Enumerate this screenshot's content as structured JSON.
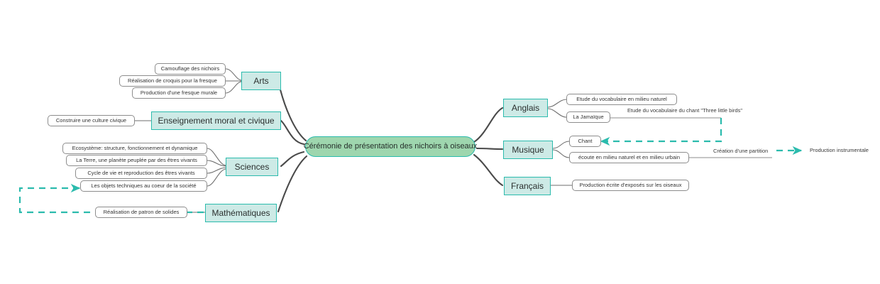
{
  "colors": {
    "root_fill": "#9ed6ae",
    "branch_fill": "#cdeae6",
    "accent": "#2bbbad",
    "connector": "#4a4a4a",
    "leaf_border": "#8d8d8d"
  },
  "root": {
    "label": "Cérémonie de présentation des nichoirs à oiseaux"
  },
  "branches": [
    {
      "id": "arts",
      "label": "Arts",
      "side": "left",
      "children": [
        {
          "label": "Camouflage des nichoirs"
        },
        {
          "label": "Réalisation de croquis pour la fresque"
        },
        {
          "label": "Production d'une fresque murale"
        }
      ]
    },
    {
      "id": "emc",
      "label": "Enseignement moral et civique",
      "side": "left",
      "children": [
        {
          "label": "Construire une culture civique"
        }
      ]
    },
    {
      "id": "sciences",
      "label": "Sciences",
      "side": "left",
      "children": [
        {
          "label": "Ecosystème: structure, fonctionnement et dynamique"
        },
        {
          "label": "La Terre, une planète peuplée par des êtres vivants"
        },
        {
          "label": "Cycle de vie et reproduction des êtres vivants"
        },
        {
          "label": "Les objets techniques au coeur de la société"
        }
      ]
    },
    {
      "id": "maths",
      "label": "Mathématiques",
      "side": "left",
      "children": [
        {
          "label": "Réalisation de patron de solides"
        }
      ]
    },
    {
      "id": "anglais",
      "label": "Anglais",
      "side": "right",
      "children": [
        {
          "label": "Etude du vocabulaire en milieu naturel"
        },
        {
          "label": "La Jamaïque"
        }
      ]
    },
    {
      "id": "musique",
      "label": "Musique",
      "side": "right",
      "children": [
        {
          "label": "Chant"
        },
        {
          "label": "écoute en milieu naturel et en milieu urbain"
        }
      ]
    },
    {
      "id": "francais",
      "label": "Français",
      "side": "right",
      "children": [
        {
          "label": "Production écrite d'exposés sur les oiseaux"
        }
      ]
    }
  ],
  "line_labels": [
    {
      "id": "three-little-birds",
      "label": "Etude du vocabulaire du chant \"Three little birds\""
    },
    {
      "id": "creation-partition",
      "label": "Création d'une partition"
    },
    {
      "id": "production-instrumentale",
      "label": "Production instrumentale"
    }
  ]
}
